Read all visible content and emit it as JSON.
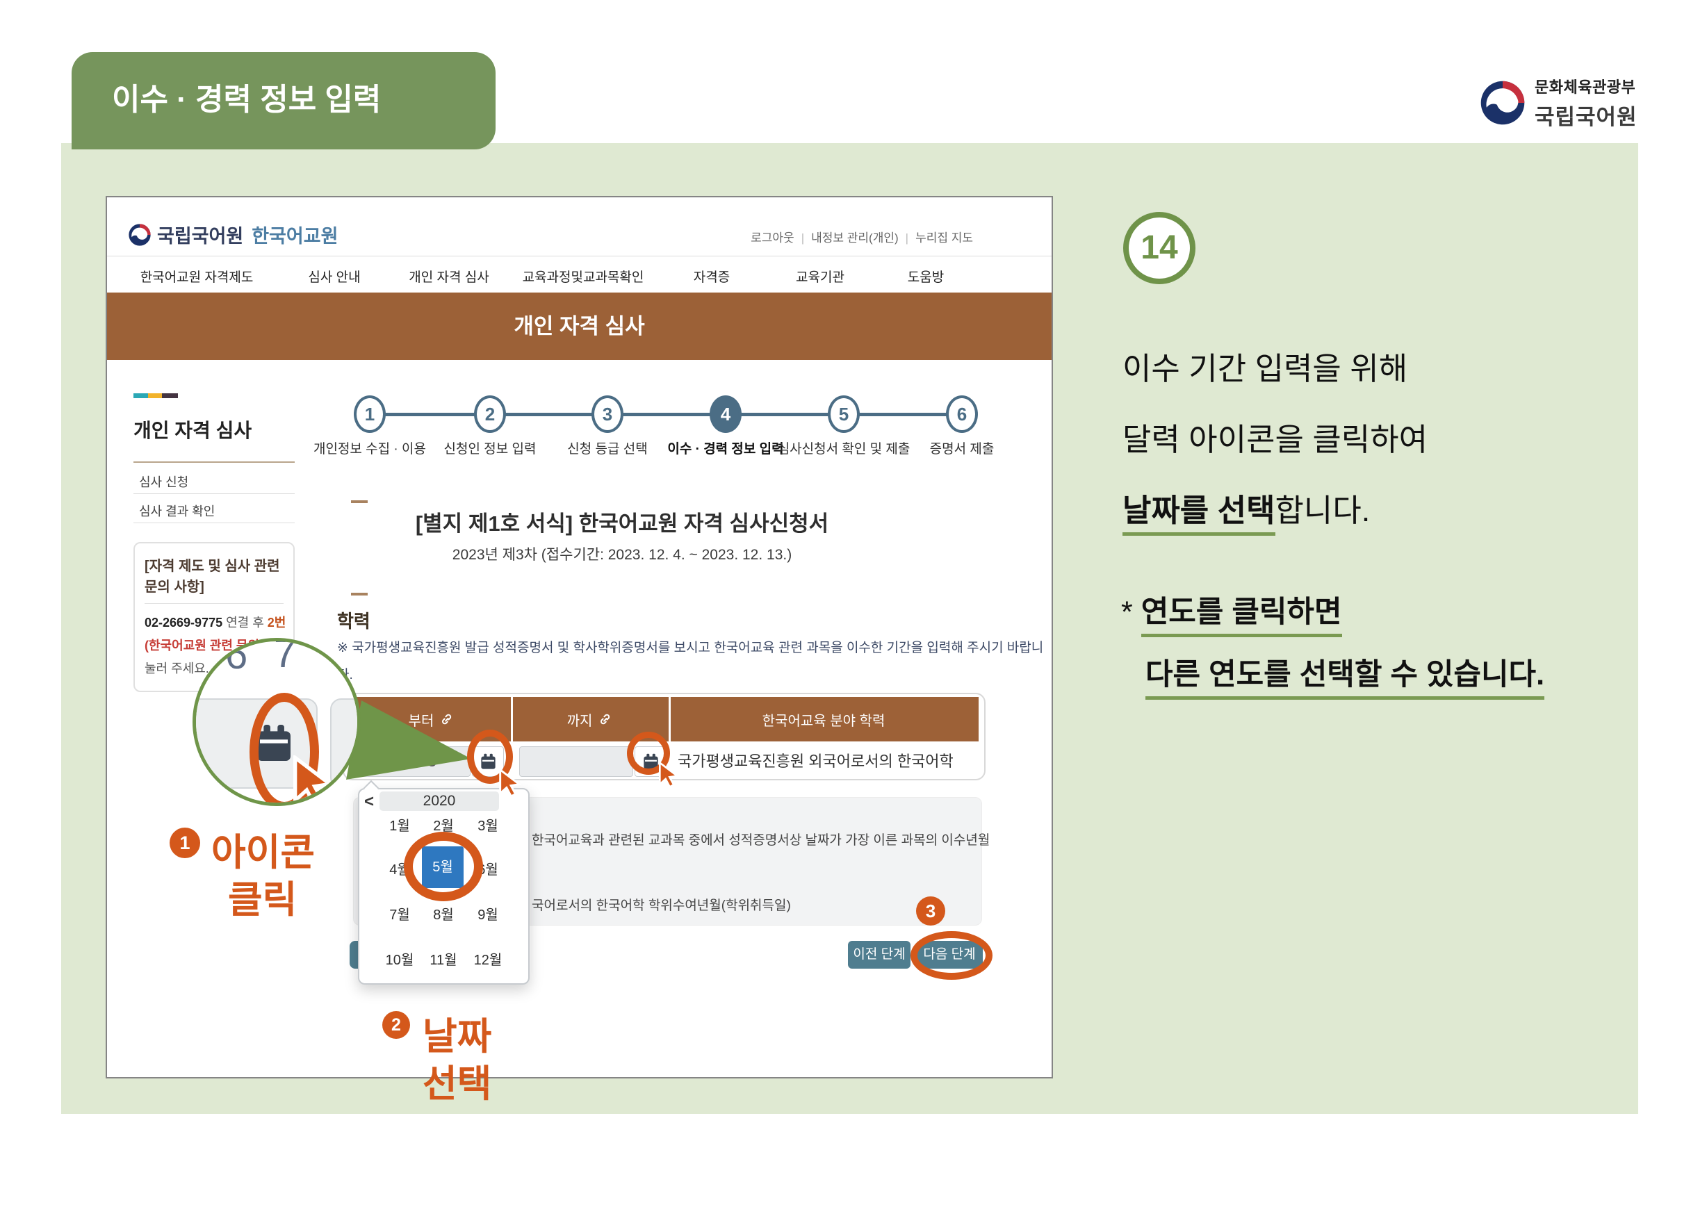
{
  "page_header": {
    "badge": "이수 · 경력 정보 입력"
  },
  "gov_logo": {
    "ministry": "문화체육관광부",
    "institute": "국립국어원"
  },
  "site": {
    "logo_name": "국립국어원",
    "logo_sub": "한국어교원",
    "top_links": [
      "로그아웃",
      "내정보 관리(개인)",
      "누리집 지도"
    ],
    "nav": [
      "한국어교원 자격제도",
      "심사 안내",
      "개인 자격 심사",
      "교육과정및교과목확인",
      "자격증",
      "교육기관",
      "도움방"
    ],
    "banner": "개인 자격 심사"
  },
  "sidebar": {
    "title": "개인 자격 심사",
    "menu": [
      "심사 신청",
      "심사 결과 확인"
    ],
    "info_title_line1": "[자격 제도 및 심사 관련",
    "info_title_line2": "문의 사항]",
    "phone": "02-2669-9775",
    "phone_mid": " 연결 후 ",
    "phone_bold": "2번",
    "info_red": "(한국어교원 관련 문의)",
    "info_tail": "눌러 주세요."
  },
  "steps": {
    "items": [
      {
        "n": "1",
        "label": "개인정보 수집 · 이용"
      },
      {
        "n": "2",
        "label": "신청인 정보 입력"
      },
      {
        "n": "3",
        "label": "신청 등급 선택"
      },
      {
        "n": "4",
        "label": "이수 · 경력 정보 입력"
      },
      {
        "n": "5",
        "label": "심사신청서 확인 및 제출"
      },
      {
        "n": "6",
        "label": "증명서 제출"
      }
    ]
  },
  "form": {
    "title": "[별지 제1호 서식] 한국어교원 자격 심사신청서",
    "subtitle": "2023년 제3차 (접수기간: 2023. 12. 4. ~ 2023. 12. 13.)",
    "section": "학력",
    "note_line1": "※ 국가평생교육진흥원 발급 성적증명서 및 학사학위증명서를 보시고 한국어교육 관련 과목을 이수한 기간을 입력해 주시기 바랍니",
    "note_line2": "다.",
    "table": {
      "col1": "부터",
      "col2": "까지",
      "col3": "한국어교육 분야 학력",
      "from_value": "2020-5",
      "row_text": "국가평생교육진흥원 외국어로서의 한국어학"
    },
    "hint1": "한국어교육과 관련된 교과목 중에서 성적증명서상 날짜가 가장 이른 과목의 이수년월",
    "hint2": "국어로서의 한국어학 학위수여년월(학위취득일)",
    "prev_btn": "이전 단계",
    "next_btn": "다음 단계"
  },
  "picker": {
    "year": "2020",
    "prev": "<",
    "months": [
      "1월",
      "2월",
      "3월",
      "4월",
      "5월",
      "6월",
      "7월",
      "8월",
      "9월",
      "10월",
      "11월",
      "12월"
    ],
    "selected": "5월"
  },
  "magnifier": {
    "num1": "6",
    "num2": "7"
  },
  "annotations": {
    "a1_num": "1",
    "a1_line1": "아이콘",
    "a1_line2": "클릭",
    "a2_num": "2",
    "a2_line1": "날짜",
    "a2_line2": "선택",
    "a3_num": "3"
  },
  "step_note": {
    "number": "14",
    "line1": "이수 기간 입력을 위해",
    "line2": "달력 아이콘을 클릭하여",
    "line3_bold": "날짜를 선택",
    "line3_rest": "합니다.",
    "star": "* ",
    "line4": "연도를 클릭하면",
    "line5": "다른 연도를 선택할 수 있습니다."
  }
}
